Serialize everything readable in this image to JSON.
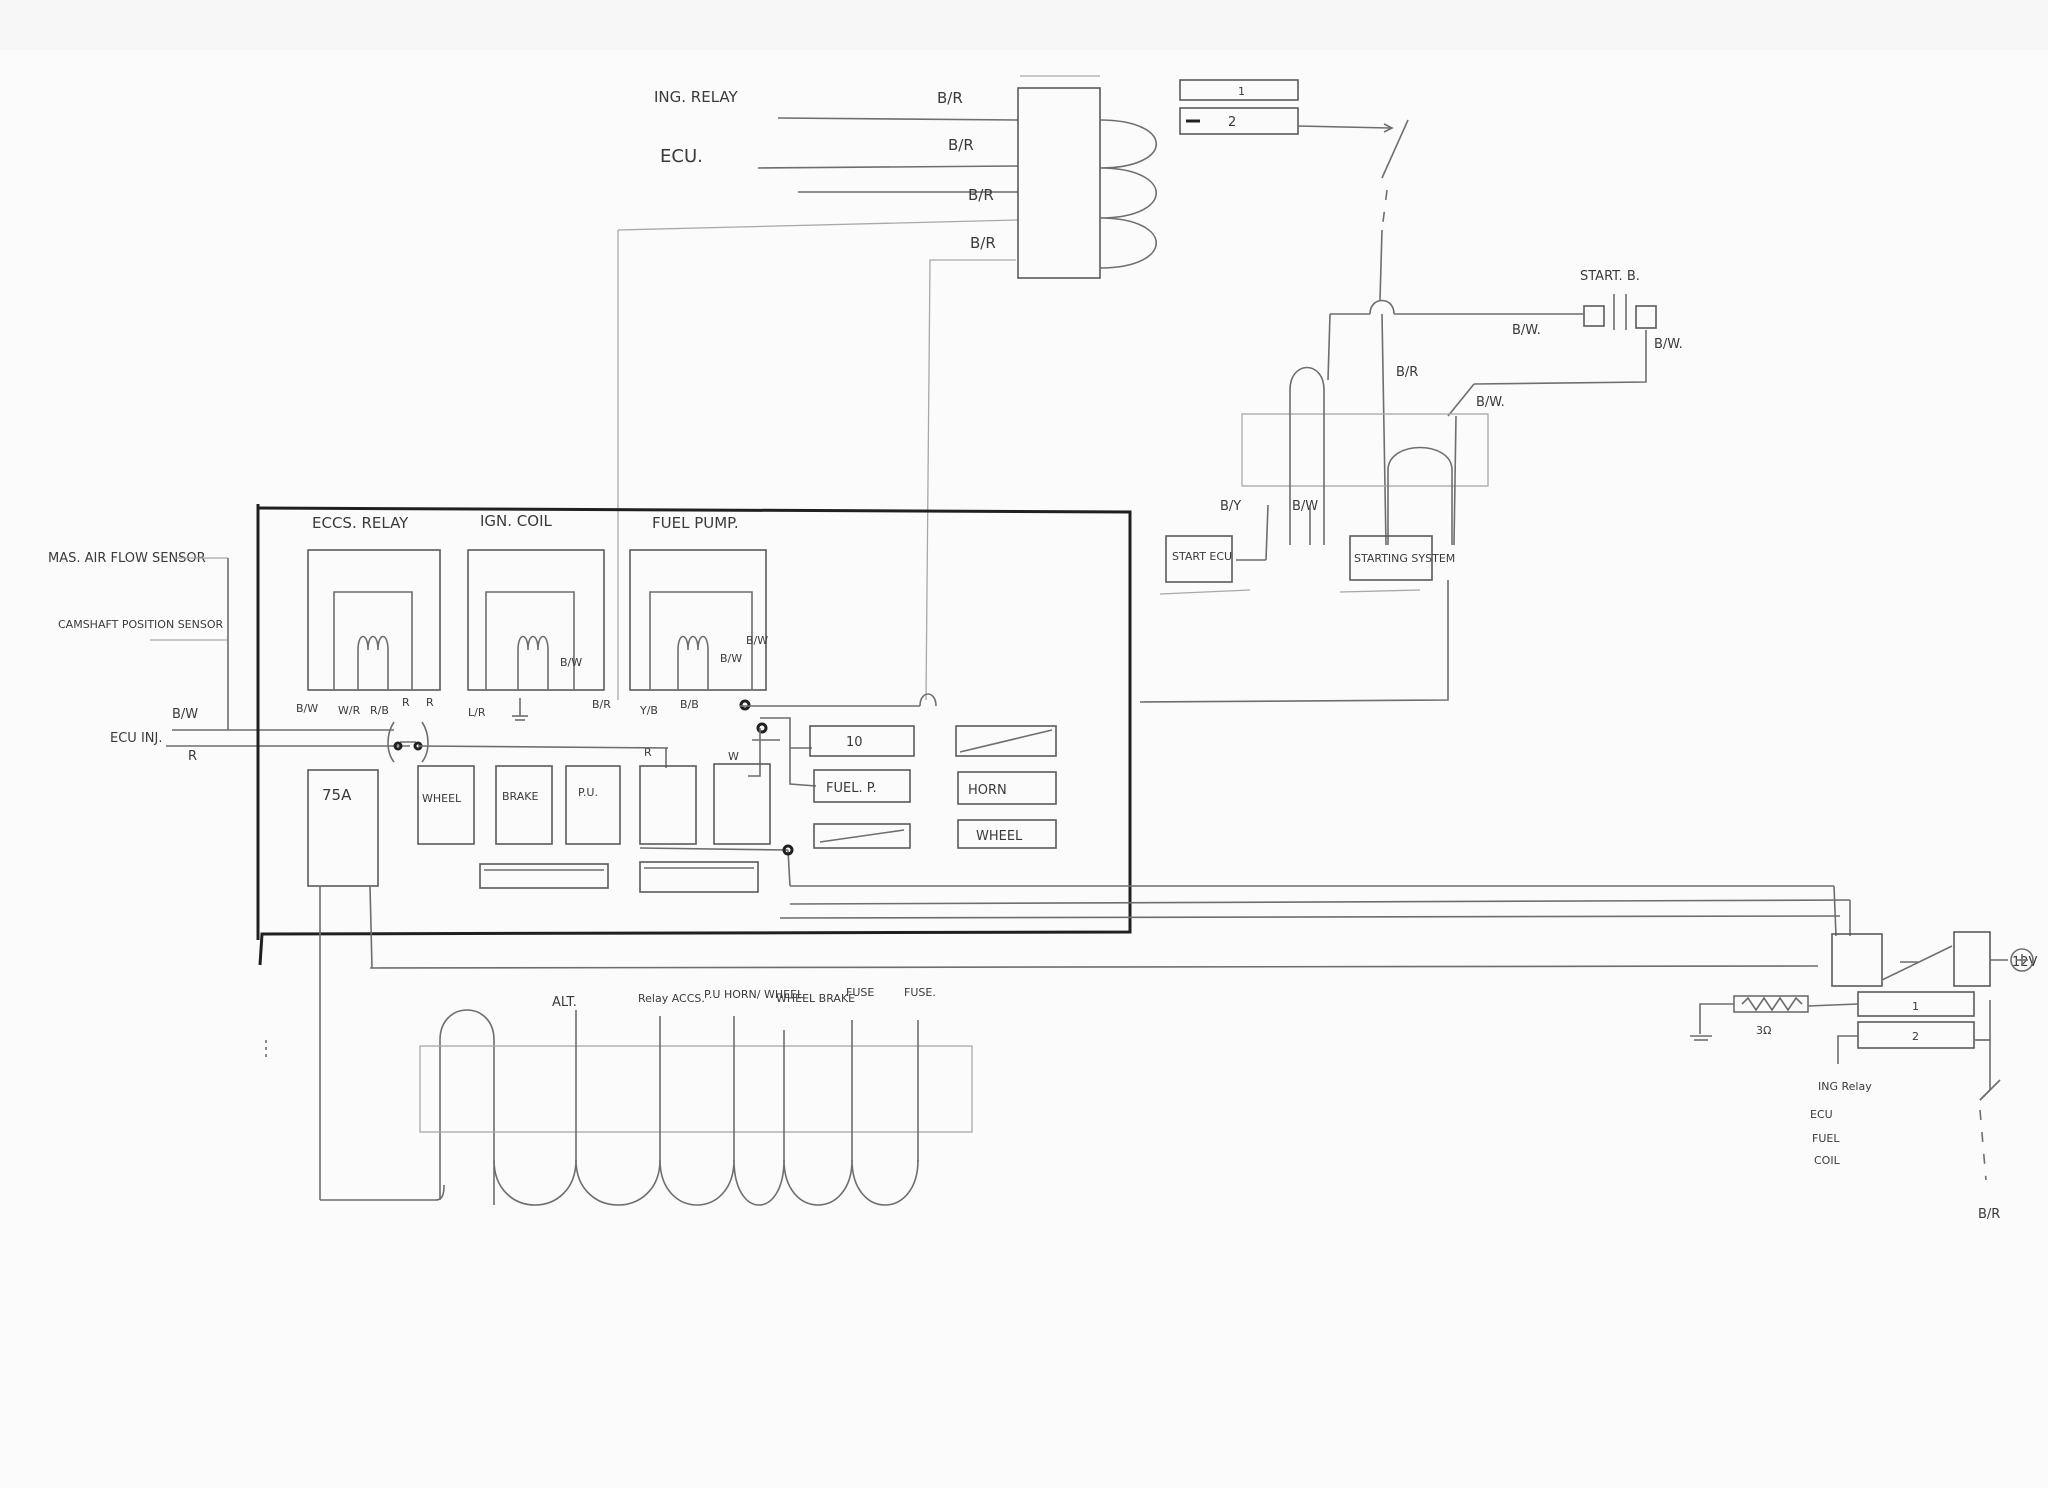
{
  "colors": {
    "paper": "#f7f7f7",
    "pencil": "#5a5a5a",
    "pencil_light": "#a8a8a8",
    "ink": "#202020"
  },
  "labels": {
    "ing_relay": "ING. RELAY",
    "ecu_top": "ECU.",
    "wire_br_1": "B/R",
    "wire_br_2": "B/R",
    "wire_br_3": "B/R",
    "wire_br_4": "B/R",
    "fuse_top_1": "1",
    "fuse_top_2": "2",
    "start_b": "START. B.",
    "start_bw_left": "B/W.",
    "start_bw_right": "B/W.",
    "start_br": "B/R",
    "start_bw_out": "B/W.",
    "start_by": "B/Y",
    "start_bw_low": "B/W",
    "start_ecu": "START ECU",
    "starting_system": "STARTING SYSTEM",
    "mas_air": "MAS. AIR FLOW SENSOR",
    "camshaft": "CAMSHAFT POSITION SENSOR",
    "ecu_inj": "ECU INJ.",
    "wire_bw_left": "B/W",
    "wire_r_left": "R",
    "eccs_relay": "ECCS. RELAY",
    "ign_coil": "IGN. COIL",
    "fuel_pump": "FUEL PUMP.",
    "pin_bw": "B/W",
    "pin_wr": "W/R",
    "pin_rb": "R/B",
    "pin_r1": "R",
    "pin_r2": "R",
    "pin_lr": "L/R",
    "pin_bw_coil": "B/W",
    "pin_br_coil": "B/R",
    "pin_yb": "Y/B",
    "pin_bb": "B/B",
    "pin_bw_pump": "B/W",
    "pin_bw_pump2": "B/W",
    "pin_r_mid": "R",
    "pin_w": "W",
    "fuse_75a": "75A",
    "fuse_wheel": "WHEEL",
    "fuse_brake": "BRAKE",
    "fuse_pu": "P.U.",
    "fuse_10": "10",
    "fuse_fuelp": "FUEL. P.",
    "fuse_horn": "HORN",
    "fuse_wheel2": "WHEEL",
    "bus_alt": "ALT.",
    "bus_relay_accs": "Relay ACCS.",
    "bus_pu_horn_wheel": "P.U HORN/ WHEEL",
    "bus_wheel_brake": "WHEEL BRAKE",
    "bus_fuse1": "FUSE",
    "bus_fuse2": "FUSE.",
    "v12": "12V",
    "resistor": "3Ω",
    "fuse_right_1": "1",
    "fuse_right_2": "2",
    "ing_relay_r": "ING Relay",
    "ecu_r": "ECU",
    "fuel_r": "FUEL",
    "coil_r": "COIL",
    "br_bottom": "B/R"
  }
}
